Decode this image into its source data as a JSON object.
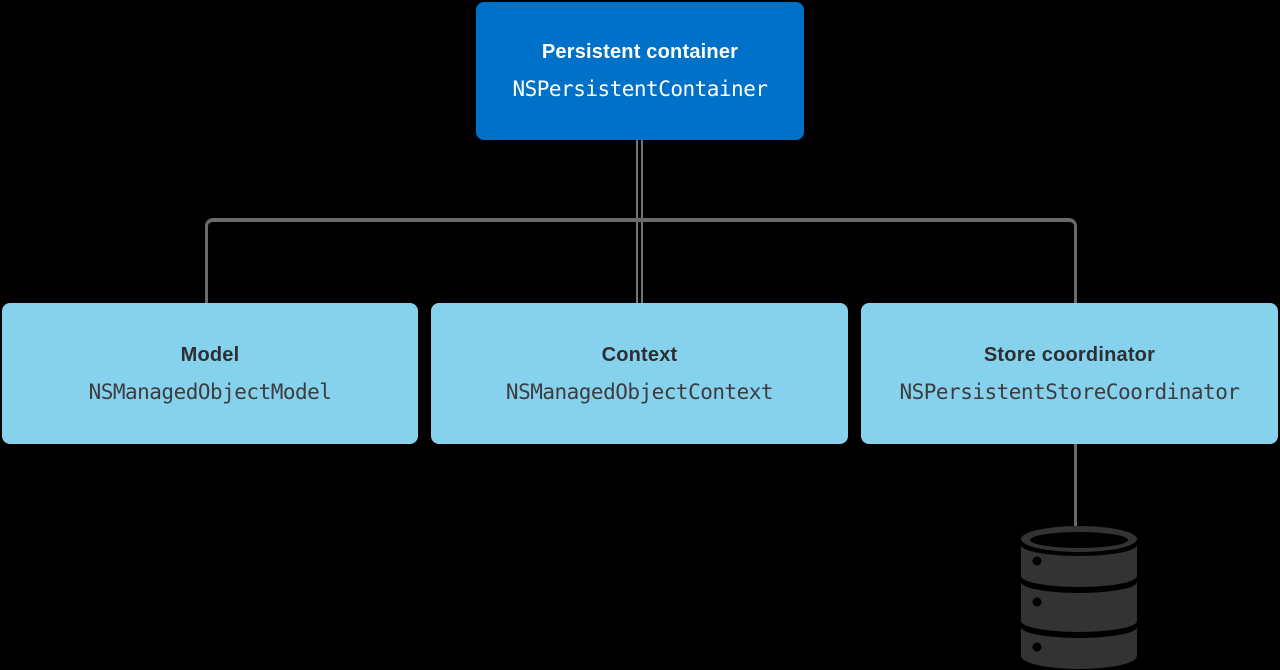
{
  "diagram": {
    "nodes": {
      "container": {
        "title": "Persistent container",
        "code": "NSPersistentContainer"
      },
      "model": {
        "title": "Model",
        "code": "NSManagedObjectModel"
      },
      "context": {
        "title": "Context",
        "code": "NSManagedObjectContext"
      },
      "coordinator": {
        "title": "Store coordinator",
        "code": "NSPersistentStoreCoordinator"
      }
    },
    "icons": {
      "database": "database-cylinder-icon"
    },
    "colors": {
      "container_fill": "#0071c8",
      "child_fill": "#86d2ec",
      "container_text": "#ffffff",
      "child_title_text": "#2e2e33",
      "child_code_text": "#3c3c41",
      "connector_gray": "#6a6a6a",
      "database_fill": "#333333",
      "background": "#000000"
    }
  }
}
